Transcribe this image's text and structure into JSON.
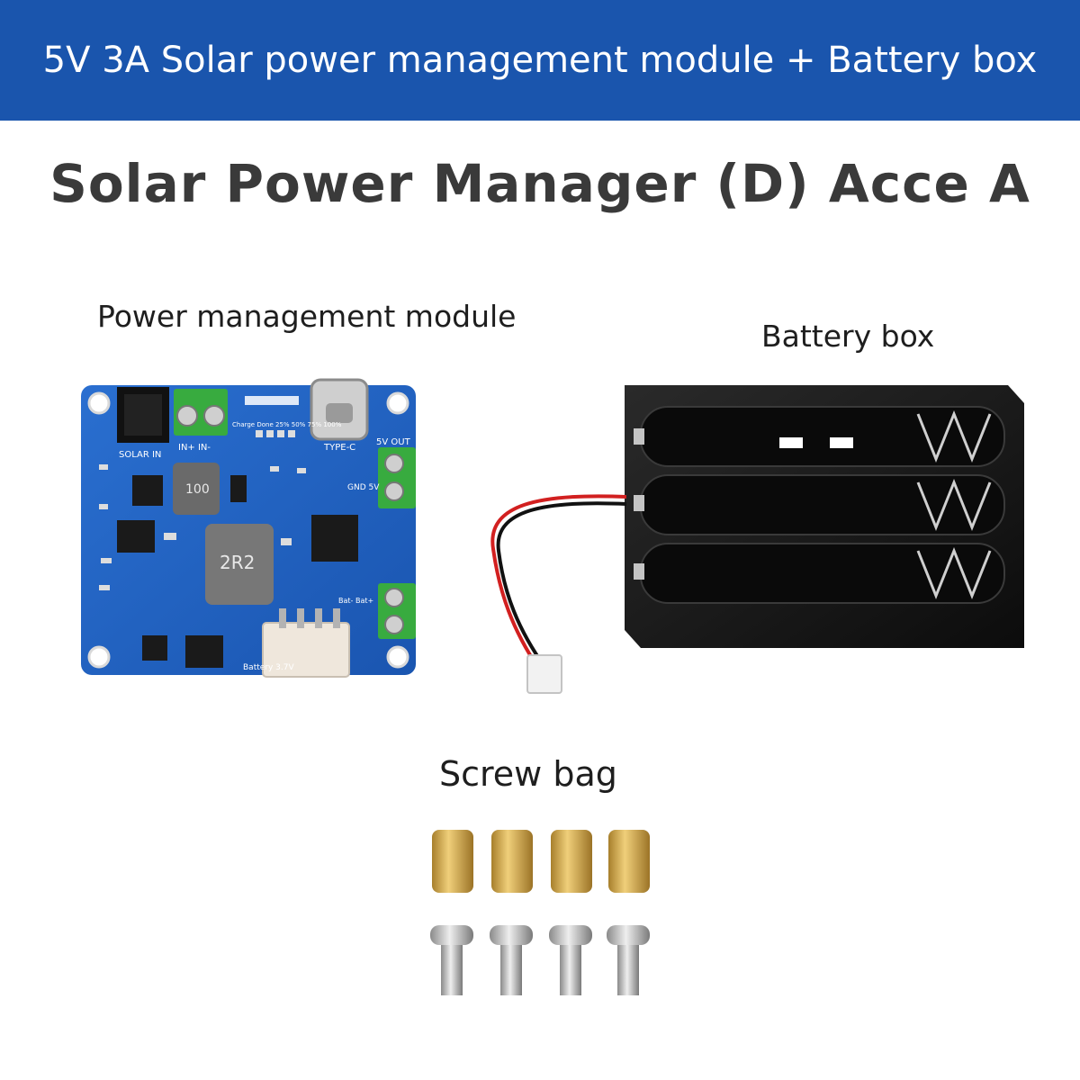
{
  "banner": {
    "text": "5V 3A Solar power management module + Battery box",
    "background": "#1a55ad"
  },
  "title": "Solar Power Manager (D) Acce A",
  "items": {
    "module_label": "Power management module",
    "battery_label": "Battery box",
    "screw_label": "Screw bag"
  },
  "board_silkscreen": {
    "solar_in": "SOLAR IN",
    "in_terminals": "IN+  IN-",
    "leds": "Charge Done 25% 50% 75% 100%",
    "type_c": "TYPE-C",
    "out_5v": "5V OUT",
    "gnd_5v": "GND 5V",
    "inductor_small": "100",
    "inductor_large": "2R2",
    "battery_port": "Battery 3.7V",
    "bat_terminals": "Bat- Bat+"
  },
  "colors": {
    "pcb": "#1f64c4",
    "terminal": "#36a83c",
    "holder": "#151515",
    "brass": "#c9a24a",
    "steel": "#b8b8b8"
  }
}
